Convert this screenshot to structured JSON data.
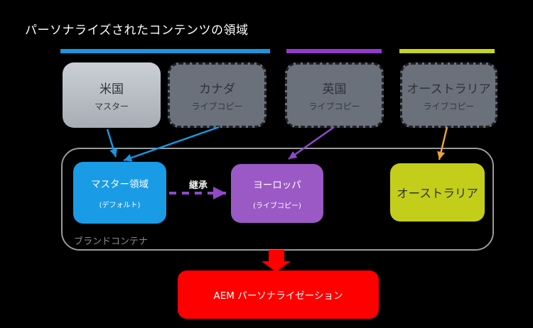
{
  "title": "パーソナライズされたコンテンツの領域",
  "source_regions": [
    {
      "label": "米国",
      "sublabel": "マスター",
      "bar_color": "#1996E0"
    },
    {
      "label": "カナダ",
      "sublabel": "ライブコピー",
      "bar_color": "#1996E0"
    },
    {
      "label": "英国",
      "sublabel": "ライブコピー",
      "bar_color": "#9539CD"
    },
    {
      "label": "オーストラリア",
      "sublabel": "ライブコピー",
      "bar_color": "#C6D51F"
    }
  ],
  "brand_container": {
    "label": "ブランドコンテナ",
    "inheritance_label": "継承",
    "areas": [
      {
        "label": "マスター領域",
        "sublabel": "(デフォルト)",
        "color": "#1A9BE6"
      },
      {
        "label": "ヨーロッパ",
        "sublabel": "(ライブコピー)",
        "color": "#9A59C4"
      },
      {
        "label": "オーストラリア",
        "sublabel": "",
        "color": "#C3CE1B"
      }
    ]
  },
  "output_box": {
    "label": "AEM パーソナライゼーション",
    "color": "#FF0000"
  },
  "arrow_colors": {
    "blue": "#1996E0",
    "purple": "#9049C9",
    "orange": "#E8A33C",
    "red": "#FF0000"
  }
}
